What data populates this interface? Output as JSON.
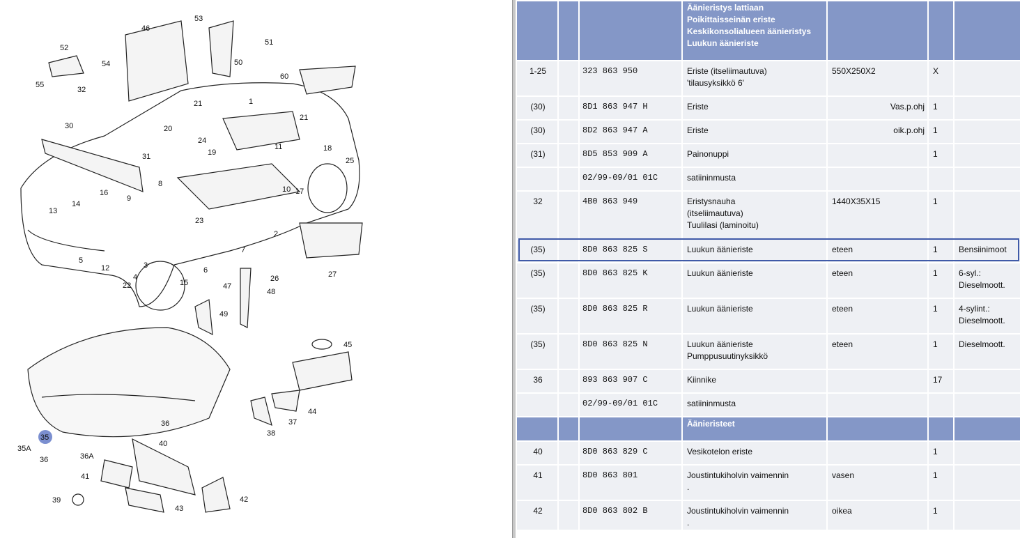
{
  "diagram": {
    "callouts": [
      "53",
      "46",
      "52",
      "54",
      "51",
      "50",
      "60",
      "55",
      "32",
      "1",
      "21",
      "21",
      "30",
      "20",
      "24",
      "31",
      "19",
      "11",
      "18",
      "25",
      "10",
      "17",
      "16",
      "8",
      "9",
      "14",
      "13",
      "23",
      "2",
      "7",
      "5",
      "12",
      "3",
      "4",
      "22",
      "6",
      "15",
      "47",
      "26",
      "27",
      "48",
      "49",
      "45",
      "44",
      "37",
      "38",
      "36",
      "35A",
      "36",
      "36A",
      "40",
      "41",
      "39",
      "43",
      "42"
    ],
    "highlighted_callout": "35",
    "highlight_color": "#7b8fd0"
  },
  "table": {
    "header_color": "#8497c7",
    "rows": [
      {
        "type": "header",
        "desc": [
          "Äänieristys lattiaan",
          "Poikittaisseinän eriste",
          "Keskikonsolialueen äänieristys",
          "Luukun äänieriste"
        ]
      },
      {
        "pos": "1-25",
        "pn": "323 863 950",
        "desc": [
          "Eriste (itseliimautuva)",
          "'tilausyksikkö 6'"
        ],
        "remark": "550X250X2",
        "qty": "X",
        "model": []
      },
      {
        "pos": "(30)",
        "pn": "8D1 863 947 H",
        "desc": [
          "Eriste"
        ],
        "remark": "Vas.p.ohj",
        "remark_right": true,
        "qty": "1",
        "model": []
      },
      {
        "pos": "(30)",
        "pn": "8D2 863 947 A",
        "desc": [
          "Eriste"
        ],
        "remark": "oik.p.ohj",
        "remark_right": true,
        "qty": "1",
        "model": []
      },
      {
        "pos": "(31)",
        "pn": "8D5 853 909 A",
        "desc": [
          "Painonuppi"
        ],
        "remark": "",
        "qty": "1",
        "model": []
      },
      {
        "pos": "",
        "pn": "02/99-09/01 01C",
        "desc": [
          "satiininmusta"
        ],
        "remark": "",
        "qty": "",
        "model": []
      },
      {
        "pos": "32",
        "pn": "4B0 863 949",
        "desc": [
          "Eristysnauha",
          "(itseliimautuva)",
          "Tuulilasi (laminoitu)"
        ],
        "remark": "1440X35X15",
        "qty": "1",
        "model": []
      },
      {
        "pos": "(35)",
        "pn": "8D0 863 825 S",
        "desc": [
          "Luukun äänieriste"
        ],
        "remark": "eteen",
        "qty": "1",
        "model": [
          "Bensiinimoot"
        ],
        "selected": true
      },
      {
        "pos": "(35)",
        "pn": "8D0 863 825 K",
        "desc": [
          "Luukun äänieriste"
        ],
        "remark": "eteen",
        "qty": "1",
        "model": [
          "6-syl.:",
          "Dieselmoott."
        ]
      },
      {
        "pos": "(35)",
        "pn": "8D0 863 825 R",
        "desc": [
          "Luukun äänieriste"
        ],
        "remark": "eteen",
        "qty": "1",
        "model": [
          "4-sylint.:",
          "Dieselmoott."
        ]
      },
      {
        "pos": "(35)",
        "pn": "8D0 863 825 N",
        "desc": [
          "Luukun äänieriste",
          "Pumppusuutinyksikkö"
        ],
        "remark": "eteen",
        "qty": "1",
        "model": [
          "Dieselmoott."
        ]
      },
      {
        "pos": "36",
        "pn": "893 863 907 C",
        "desc": [
          "Kiinnike"
        ],
        "remark": "",
        "qty": "17",
        "model": []
      },
      {
        "pos": "",
        "pn": "02/99-09/01 01C",
        "desc": [
          "satiininmusta"
        ],
        "remark": "",
        "qty": "",
        "model": []
      },
      {
        "type": "header",
        "desc": [
          "Äänieristeet"
        ]
      },
      {
        "pos": "40",
        "pn": "8D0 863 829 C",
        "desc": [
          "Vesikotelon eriste"
        ],
        "remark": "",
        "qty": "1",
        "model": []
      },
      {
        "pos": "41",
        "pn": "8D0 863 801",
        "desc": [
          "Joustintukiholvin vaimennin",
          "."
        ],
        "remark": "vasen",
        "qty": "1",
        "model": []
      },
      {
        "pos": "42",
        "pn": "8D0 863 802 B",
        "desc": [
          "Joustintukiholvin vaimennin",
          "."
        ],
        "remark": "oikea",
        "qty": "1",
        "model": []
      }
    ]
  }
}
